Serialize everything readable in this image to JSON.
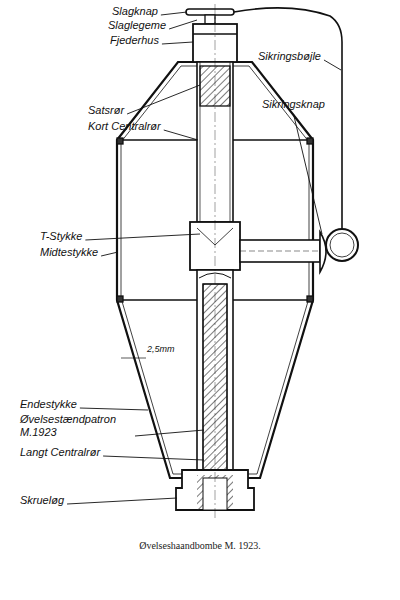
{
  "diagram": {
    "caption": "Øvelseshaandbombe M. 1923.",
    "labels": [
      "Slagknap",
      "Slaglegeme",
      "Fjederhus",
      "Sikringsbøjle",
      "Sikringsknap",
      "Satsrør",
      "Kort Centralrør",
      "T-Stykke",
      "Midtestykke",
      "2,5mm",
      "Endestykke",
      "Øvelsestændpatron M.1923",
      "Langt Centralrør",
      "Skrueløg"
    ]
  }
}
